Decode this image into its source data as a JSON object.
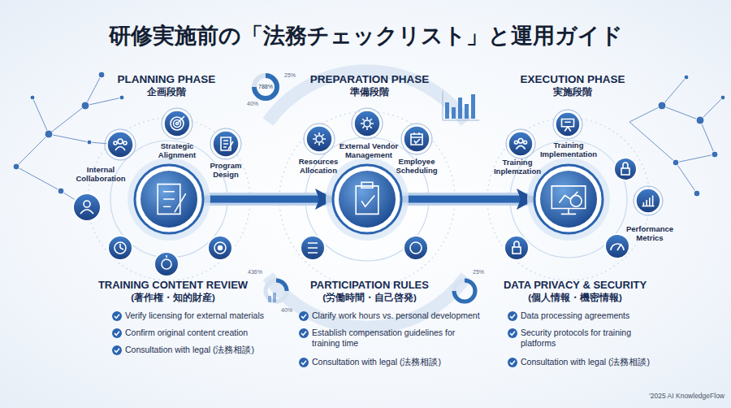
{
  "diagram": {
    "title": "研修実施前の「法務チェックリスト」と運用ガイド",
    "nodes": [
      {
        "text": [
          "PLANNING PHASE",
          "企画段階"
        ]
      },
      {
        "text": [
          "Internal Collaboration"
        ]
      },
      {
        "text": [
          "Strategic Alignment"
        ]
      },
      {
        "text": [
          "Program Design"
        ]
      },
      {
        "text": [
          "PREPARATION PHASE",
          "準備段階"
        ]
      },
      {
        "text": [
          "Resources Allocation"
        ]
      },
      {
        "text": [
          "External Vendor Management"
        ]
      },
      {
        "text": [
          "Employee Scheduling"
        ]
      },
      {
        "text": [
          "EXECUTION PHASE",
          "実施段階"
        ]
      },
      {
        "text": [
          "Training Implementation"
        ]
      },
      {
        "text": [
          "Training Inplemzation"
        ]
      },
      {
        "text": [
          "Performance Metrics"
        ]
      }
    ],
    "edges": [
      {
        "from": 0,
        "to": 4,
        "arrow": "to"
      },
      {
        "from": 4,
        "to": 8,
        "arrow": "to"
      }
    ],
    "labels": [
      "25%",
      "788%",
      "40%",
      "TRAINING CONTENT REVIEW",
      "(著作権・知的財産)",
      "Verify licensing for external materials",
      "Confirm original content creation",
      "Consultation with legal (法務相談)",
      "436%",
      "40%",
      "PARTICIPATION RULES",
      "(労働時間・自己啓発)",
      "Clarify work hours vs. personal development",
      "Establish compensation guidelines for training time",
      "Consultation with legal (法務相談)",
      "25%",
      "DATA PRIVACY & SECURITY",
      "(個人情報・機密情報)",
      "Data processing agreements",
      "Security protocols for training platforms",
      "Consultation with legal (法務相談)",
      "'2025 AI KnowledgeFlow"
    ]
  }
}
